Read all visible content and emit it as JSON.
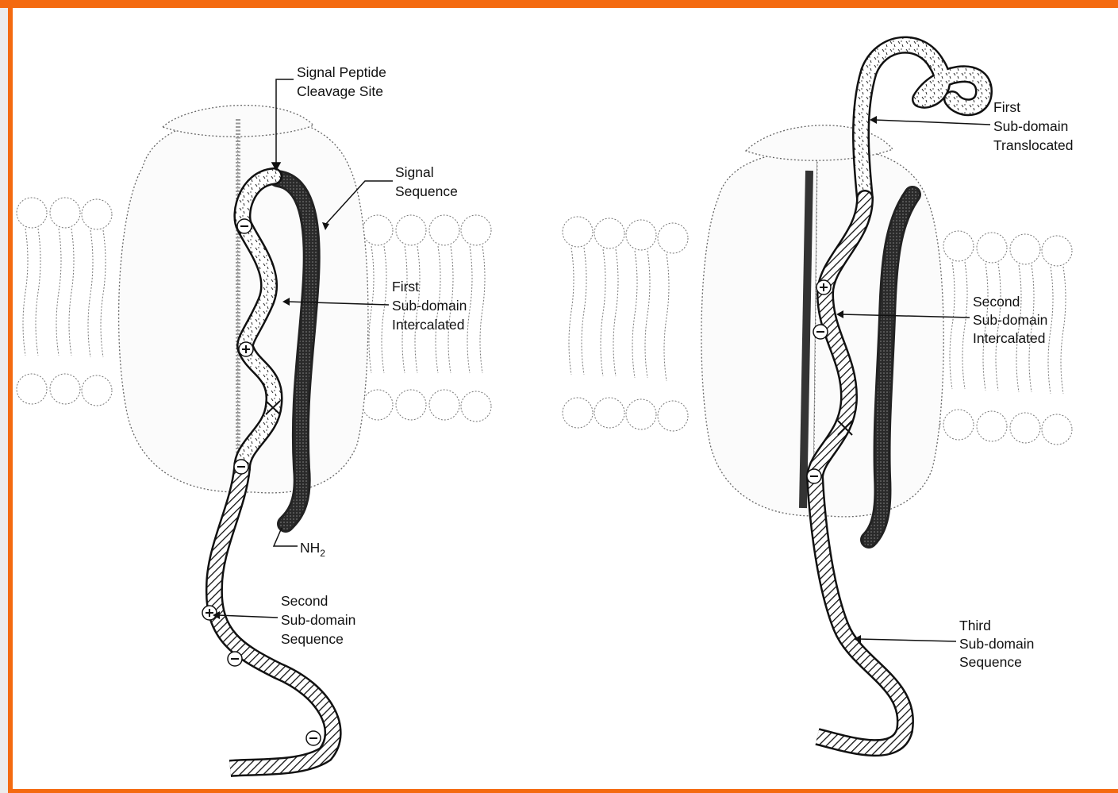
{
  "labels": {
    "signal_peptide_cleavage_line1": "Signal Peptide",
    "signal_peptide_cleavage_line2": "Cleavage Site",
    "signal_sequence_line1": "Signal",
    "signal_sequence_line2": "Sequence",
    "first_intercalated_line1": "First",
    "first_intercalated_line2": "Sub-domain",
    "first_intercalated_line3": "Intercalated",
    "nh2": "NH",
    "nh2_subscript": "2",
    "second_sequence_line1": "Second",
    "second_sequence_line2": "Sub-domain",
    "second_sequence_line3": "Sequence",
    "first_translocated_line1": "First",
    "first_translocated_line2": "Sub-domain",
    "first_translocated_line3": "Translocated",
    "second_intercalated_line1": "Second",
    "second_intercalated_line2": "Sub-domain",
    "second_intercalated_line3": "Intercalated",
    "third_sequence_line1": "Third",
    "third_sequence_line2": "Sub-domain",
    "third_sequence_line3": "Sequence"
  },
  "charge_symbols": {
    "minus": "−",
    "plus": "+"
  },
  "colors": {
    "frame": "#f46a10",
    "ink": "#111111",
    "signal_sequence": "#2a2a2a"
  }
}
